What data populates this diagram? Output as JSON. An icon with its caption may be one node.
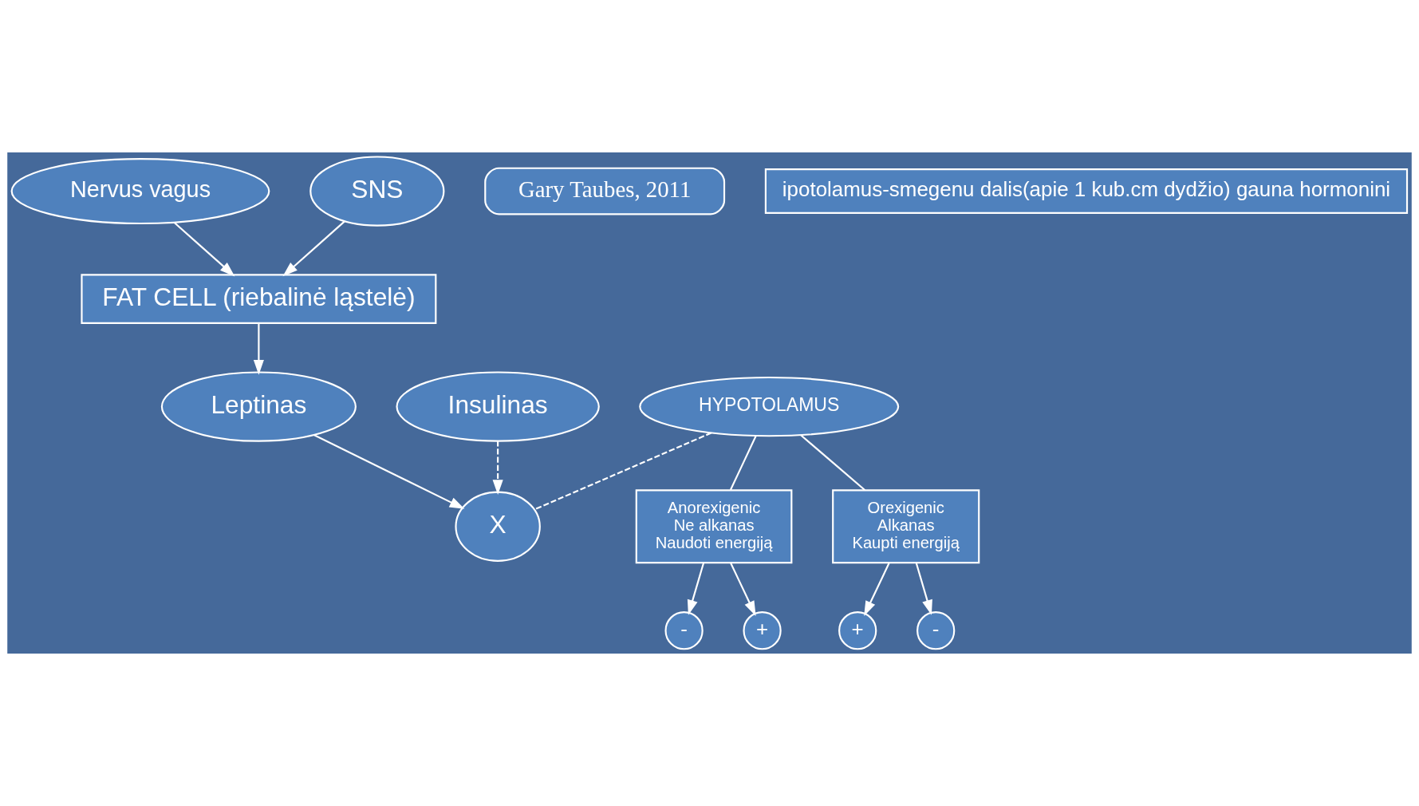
{
  "diagram": {
    "nodes": [
      {
        "text": [
          "HYPOTOLAMUS"
        ]
      },
      {
        "text": [
          "X"
        ]
      },
      {
        "text": [
          "Leptinas"
        ]
      },
      {
        "text": [
          "Insulinas"
        ]
      },
      {
        "text": [
          "Anorexigenic",
          "Ne alkanas",
          "Naudoti energiją"
        ]
      },
      {
        "text": [
          "Orexigenic",
          "Alkanas",
          "Kaupti energiją"
        ]
      },
      {
        "text": [
          "-"
        ]
      },
      {
        "text": [
          "+"
        ]
      },
      {
        "text": [
          "Nervus vagus"
        ]
      },
      {
        "text": [
          "FAT CELL (riebalinė ląstelė)"
        ]
      },
      {
        "text": [
          "+"
        ]
      },
      {
        "text": [
          "-"
        ]
      },
      {
        "text": [
          "SNS"
        ]
      },
      {
        "text": [
          "Gary Taubes, 2011"
        ]
      },
      {
        "text": [
          "ipotolamus-smegenu dalis(apie 1 kub.cm dydžio) gauna hormonini"
        ]
      }
    ],
    "edges": [
      {
        "from": 0,
        "to": 1,
        "arrow": "none",
        "style": "dashed"
      },
      {
        "from": 2,
        "to": 1,
        "arrow": "to"
      },
      {
        "from": 3,
        "to": 1,
        "arrow": "to",
        "style": "dashed"
      },
      {
        "from": 0,
        "to": 4,
        "arrow": "none"
      },
      {
        "from": 0,
        "to": 5,
        "arrow": "none"
      },
      {
        "from": 4,
        "to": 6,
        "arrow": "to"
      },
      {
        "from": 5,
        "to": 7,
        "arrow": "to"
      },
      {
        "from": 4,
        "to": 10,
        "arrow": "to"
      },
      {
        "from": 5,
        "to": 11,
        "arrow": "to"
      },
      {
        "from": 8,
        "to": 9,
        "arrow": "to"
      },
      {
        "from": 12,
        "to": 9,
        "arrow": "to"
      },
      {
        "from": 9,
        "to": 2,
        "arrow": "to"
      }
    ]
  }
}
